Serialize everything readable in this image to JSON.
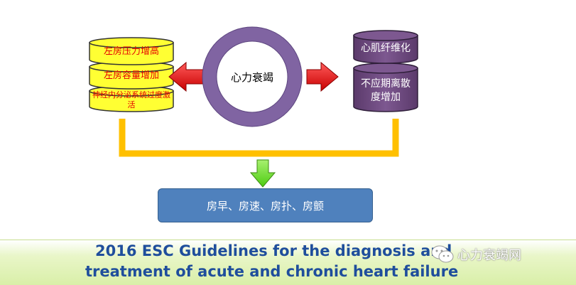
{
  "center": {
    "label": "心力衰竭"
  },
  "left_stack": {
    "items": [
      {
        "label": "左房压力增高"
      },
      {
        "label": "左房容量增加"
      },
      {
        "label": "神经内分泌系统过度激活"
      }
    ],
    "text_color": "#e60000",
    "fill_color": "#ffff33"
  },
  "right_stack": {
    "items": [
      {
        "label": "心肌纤维化"
      },
      {
        "label": "不应期离散度增加"
      }
    ],
    "fill_color": "#6e4a7e"
  },
  "result": {
    "label": "房早、房速、房扑、房颤"
  },
  "footer": {
    "line1": "2016 ESC Guidelines for the diagnosis and",
    "line2": "treatment of acute and chronic heart failure"
  },
  "watermark": {
    "text": "心力衰竭网"
  },
  "colors": {
    "ring": "#8064a2",
    "arrow_red": "#e81818",
    "arrow_green": "#66dd22",
    "connector": "#ffc000",
    "result_box": "#4f81bd"
  }
}
